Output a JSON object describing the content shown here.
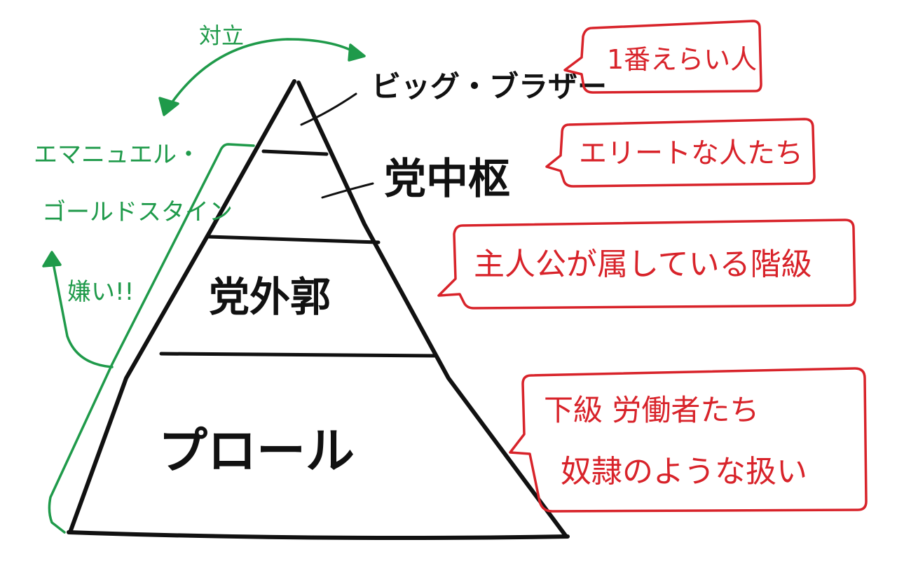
{
  "colors": {
    "ink": "#111111",
    "note_red": "#d8232a",
    "note_green": "#1f9a4a",
    "background": "#ffffff"
  },
  "pyramid": {
    "tiers": [
      {
        "label": "ビッグ・ブラザー"
      },
      {
        "label": "党中枢"
      },
      {
        "label": "党外郭"
      },
      {
        "label": "プロール"
      }
    ]
  },
  "notes": {
    "big_brother": "1番えらい人",
    "inner_party": "エリートな人たち",
    "outer_party": "主人公が属している階級",
    "proles_line1": "下級 労働者たち",
    "proles_line2": "奴隷のような扱い"
  },
  "side_notes": {
    "opposition": "対立",
    "goldstein_line1": "エマニュエル・",
    "goldstein_line2": "ゴールドスタイン",
    "hate": "嫌い!!"
  }
}
